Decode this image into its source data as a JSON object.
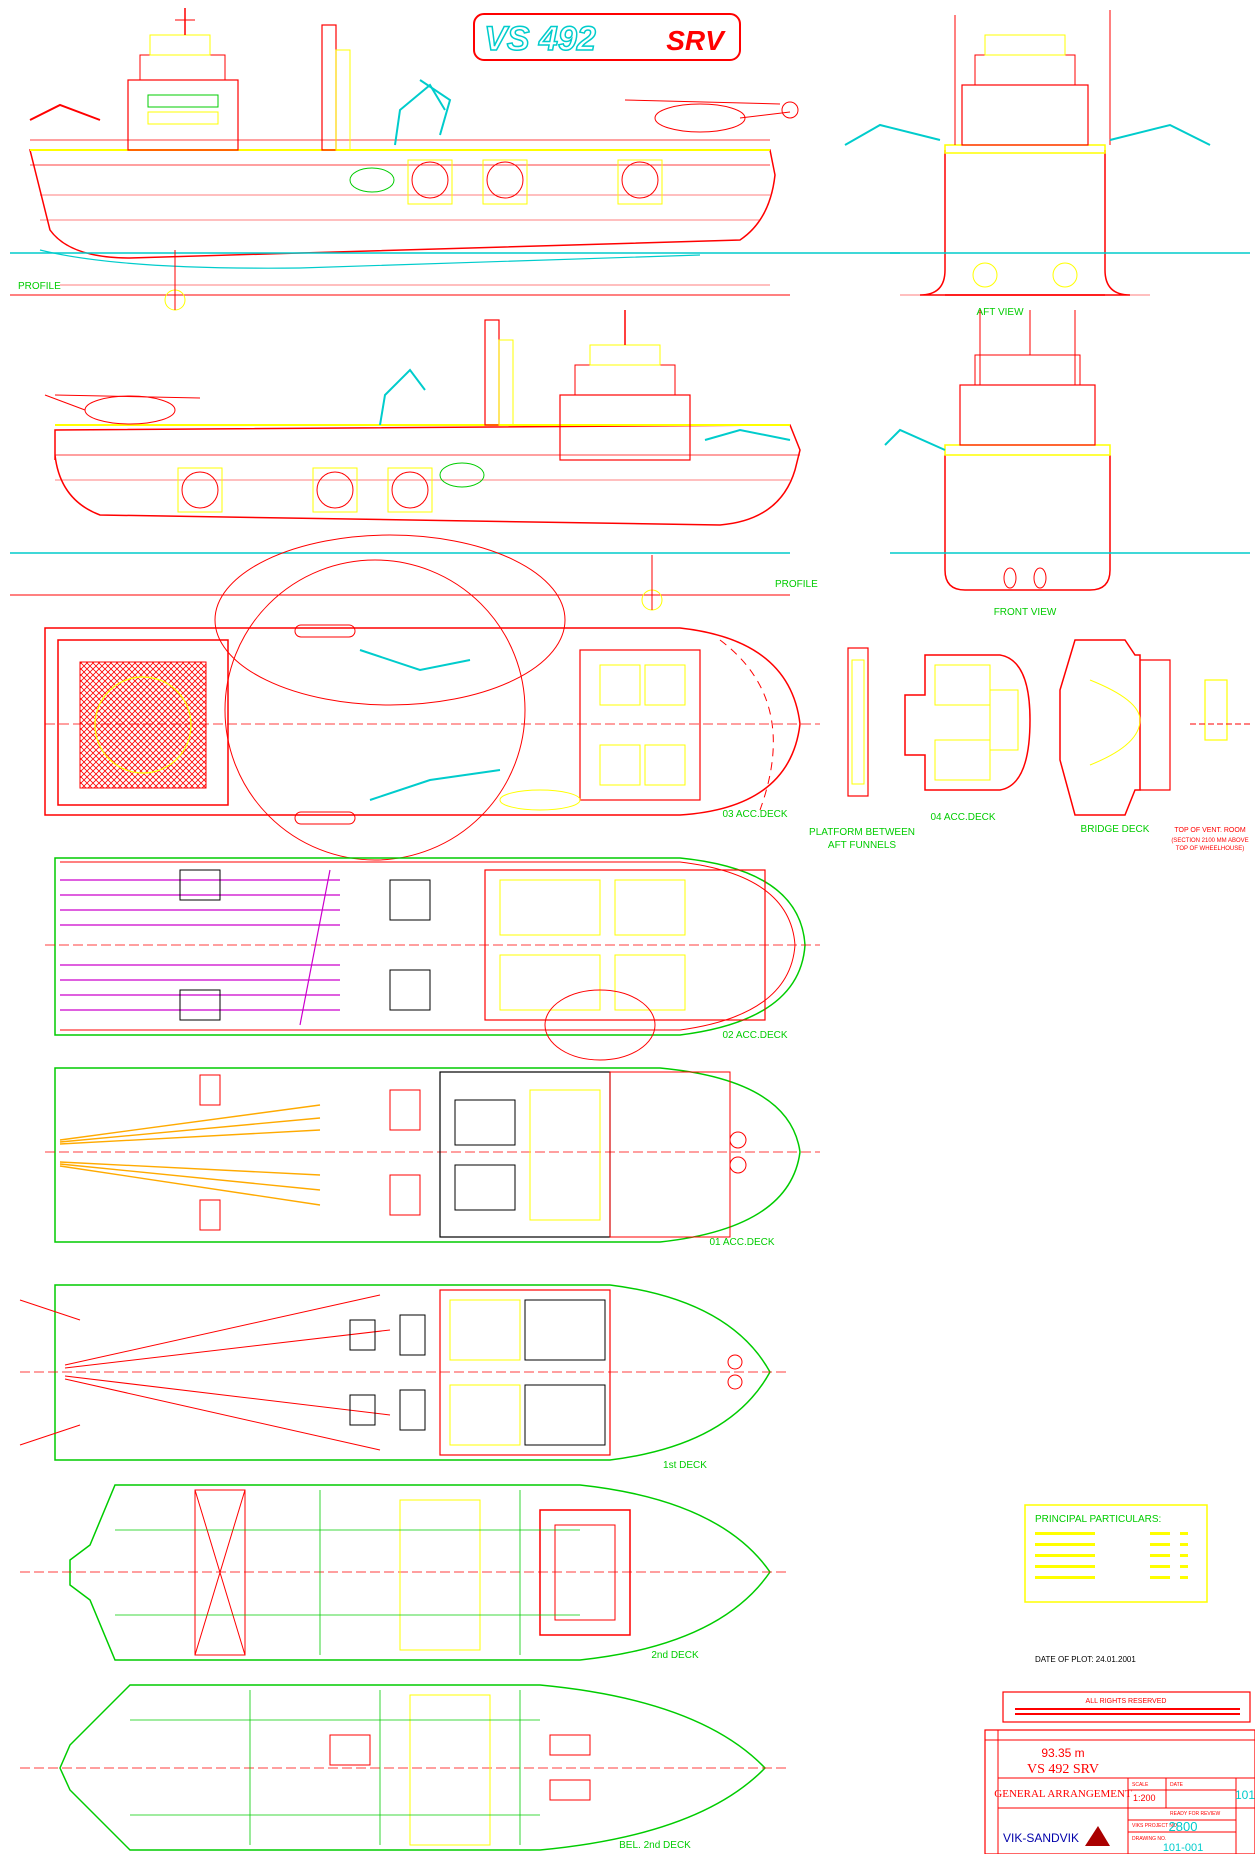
{
  "header": {
    "logo_text": "VS 492",
    "srv": "SRV"
  },
  "views": {
    "profile_top": "PROFILE",
    "profile_bottom": "PROFILE",
    "aft_view": "AFT VIEW",
    "front_view": "FRONT VIEW",
    "deck_03": "03 ACC.DECK",
    "platform_line1": "PLATFORM BETWEEN",
    "platform_line2": "AFT FUNNELS",
    "deck_04": "04 ACC.DECK",
    "bridge_deck": "BRIDGE DECK",
    "vent_room_line1": "TOP OF VENT. ROOM",
    "vent_room_line2": "(SECTION 2100 MM ABOVE",
    "vent_room_line3": "TOP OF WHEELHOUSE)",
    "deck_02": "02 ACC.DECK",
    "deck_01": "01 ACC.DECK",
    "deck_1st": "1st DECK",
    "deck_2nd": "2nd DECK",
    "deck_bel2nd": "BEL. 2nd DECK"
  },
  "particulars": {
    "title": "PRINCIPAL PARTICULARS:"
  },
  "plot_date": "DATE OF PLOT:  24.01.2001",
  "title_block": {
    "length": "93.35 m",
    "vessel": "VS 492 SRV",
    "drawing_title": "GENERAL ARRANGEMENT",
    "scale_label": "SCALE",
    "scale": "1:200",
    "date_label": "DATE",
    "status": "READY FOR REVIEW",
    "project_label": "VIKS PROJECT NO.",
    "project_no": "2800",
    "drawing_label": "DRAWING NO.",
    "drawing_no": "101-001",
    "sheet_no": "101",
    "company": "VIK-SANDVIK",
    "rights_title": "ALL RIGHTS RESERVED"
  },
  "colors": {
    "red": "#ff0000",
    "green": "#00cc00",
    "cyan": "#00cccc",
    "yellow": "#ffff00",
    "magenta": "#cc00cc",
    "blue": "#0000ff"
  }
}
